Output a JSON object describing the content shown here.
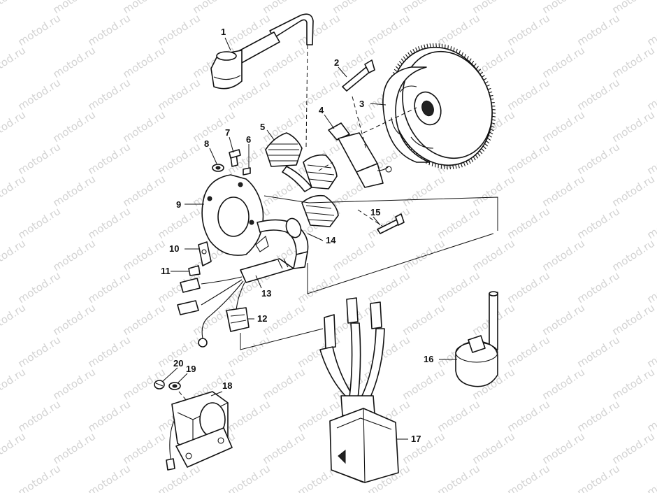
{
  "watermark": {
    "text": "motod.ru",
    "color": "#d3d3d3"
  },
  "callouts": [
    {
      "id": "1",
      "part": "spark-plug-cap"
    },
    {
      "id": "2",
      "part": "bolt"
    },
    {
      "id": "3",
      "part": "flywheel"
    },
    {
      "id": "4",
      "part": "pulser-coil"
    },
    {
      "id": "5",
      "part": "stator-coil"
    },
    {
      "id": "6",
      "part": "screw"
    },
    {
      "id": "7",
      "part": "bolt"
    },
    {
      "id": "8",
      "part": "washer"
    },
    {
      "id": "9",
      "part": "stator-plate"
    },
    {
      "id": "10",
      "part": "clamp"
    },
    {
      "id": "11",
      "part": "screw"
    },
    {
      "id": "12",
      "part": "connector"
    },
    {
      "id": "13",
      "part": "wire-harness"
    },
    {
      "id": "14",
      "part": "grommet"
    },
    {
      "id": "15",
      "part": "bolt"
    },
    {
      "id": "16",
      "part": "ignition-coil"
    },
    {
      "id": "17",
      "part": "cdi-unit"
    },
    {
      "id": "18",
      "part": "regulator"
    },
    {
      "id": "19",
      "part": "washer"
    },
    {
      "id": "20",
      "part": "nut"
    }
  ]
}
